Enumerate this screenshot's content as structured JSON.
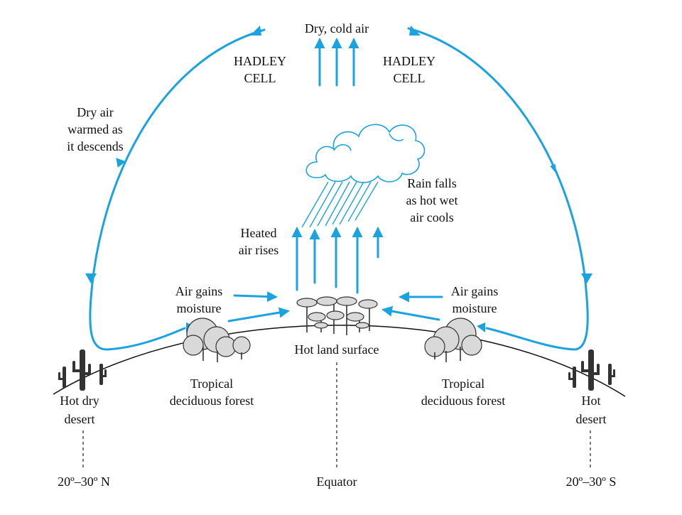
{
  "colors": {
    "arrow": "#1aa3e0",
    "text": "#111111",
    "ground": "#111111"
  },
  "labels": {
    "top": "Dry, cold air",
    "hadley_left_1": "HADLEY",
    "hadley_left_2": "CELL",
    "hadley_right_1": "HADLEY",
    "hadley_right_2": "CELL",
    "descend_1": "Dry air",
    "descend_2": "warmed as",
    "descend_3": "it descends",
    "rain_1": "Rain falls",
    "rain_2": "as hot wet",
    "rain_3": "air cools",
    "rises_1": "Heated",
    "rises_2": "air rises",
    "moist_left_1": "Air gains",
    "moist_left_2": "moisture",
    "moist_right_1": "Air gains",
    "moist_right_2": "moisture",
    "surface": "Hot land surface",
    "forest_left_1": "Tropical",
    "forest_left_2": "deciduous forest",
    "forest_right_1": "Tropical",
    "forest_right_2": "deciduous forest",
    "desert_left_1": "Hot dry",
    "desert_left_2": "desert",
    "desert_right_1": "Hot",
    "desert_right_2": "desert",
    "lat_left": "20º–30º N",
    "lat_center": "Equator",
    "lat_right": "20º–30º S"
  },
  "icons": [
    "cloud-icon",
    "rain-icon",
    "cactus-icon",
    "tropical-tree-icon",
    "rainforest-tree-icon"
  ]
}
